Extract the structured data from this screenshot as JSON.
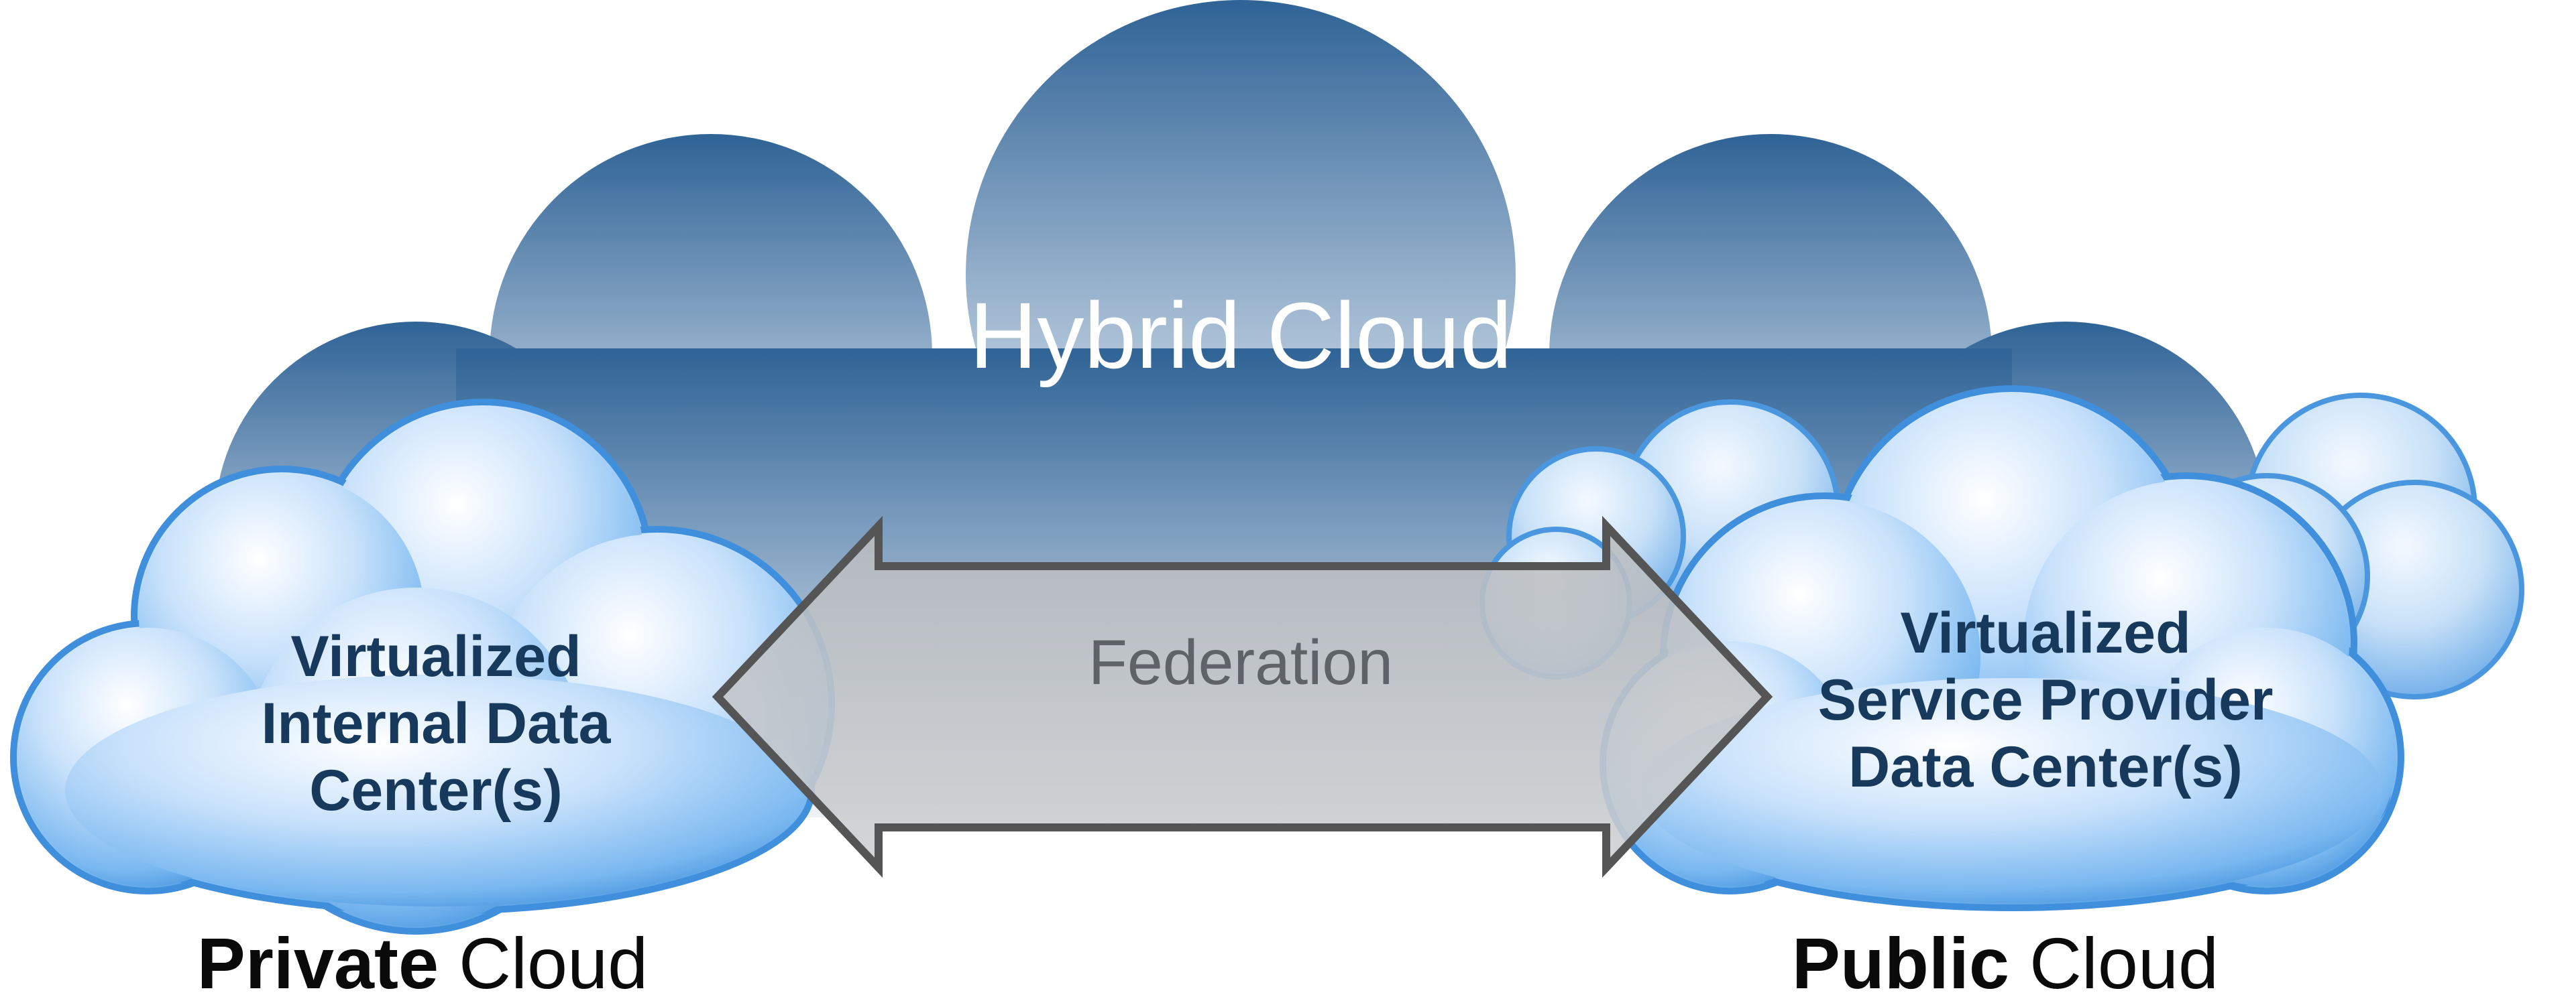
{
  "diagram": {
    "title": "Hybrid Cloud",
    "connector_label": "Federation",
    "private_cloud": {
      "lines": [
        "Virtualized",
        "Internal Data",
        "Center(s)"
      ],
      "caption_strong": "Private",
      "caption_rest": "Cloud"
    },
    "public_cloud": {
      "lines": [
        "Virtualized",
        "Service Provider",
        "Data Center(s)"
      ],
      "caption_strong": "Public",
      "caption_rest": "Cloud"
    }
  },
  "colors": {
    "hybrid_top": "#2f6396",
    "hybrid_bottom": "#e6edf5",
    "small_cloud_light": "#eef6ff",
    "small_cloud_dark": "#4a97e0",
    "arrow_fill": "#c4c6c8",
    "arrow_stroke": "#555555"
  }
}
